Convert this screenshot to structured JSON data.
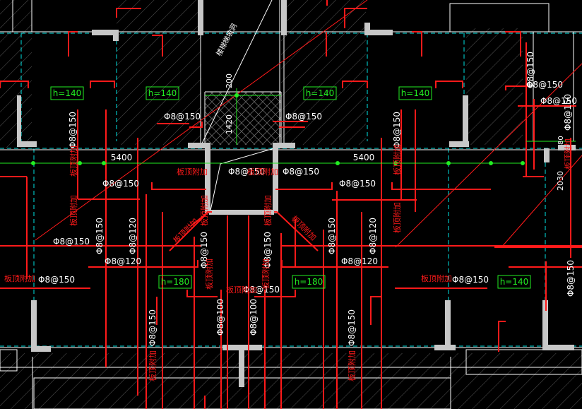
{
  "drawing": {
    "colors": {
      "background": "#000000",
      "slab_rebar": "#ff1a1a",
      "axis_dash": "#00e5e5",
      "dimension": "#22ee22",
      "wall_fill": "#c7c7c7",
      "text_white": "#ffffff"
    },
    "slab_thickness_tags": [
      "h=140",
      "h=140",
      "h=140",
      "h=140",
      "h=180",
      "h=180",
      "h=140"
    ],
    "dimensions": {
      "span_left": "5400",
      "span_right": "5400",
      "opening_offset": "200",
      "opening_height": "1420",
      "right_span": "2030",
      "right_top": "80"
    },
    "rebar_labels": {
      "r1": "Φ8@150",
      "r2": "Φ8@150",
      "r3": "Φ8@150",
      "r4": "Φ8@150",
      "r5": "Φ8@150",
      "r6": "Φ8@150",
      "r7": "Φ8@150",
      "r8": "Φ8@150",
      "r9": "Φ8@120",
      "r10": "Φ8@120",
      "r11": "Φ8@120",
      "r12": "Φ8@120",
      "r13": "Φ8@150",
      "r14": "Φ8@150",
      "r15": "Φ8@150",
      "r16": "Φ8@150",
      "r17": "Φ8@150",
      "r18": "Φ8@150",
      "r19": "Φ8@100",
      "r20": "Φ8@100",
      "r21": "Φ8@150",
      "r22": "Φ8@150",
      "r23": "Φ8@150",
      "r24": "Φ8@150",
      "r25": "Φ8@150",
      "r26": "Φ8@150",
      "r27": "Φ8@150",
      "r28": "Φ8@150",
      "r29": "Φ8@150"
    },
    "annotation_labels": {
      "a1": "板顶附加",
      "a2": "板顶附加",
      "a3": "板顶附加",
      "a4": "板顶附加",
      "a5": "板顶附加",
      "a6": "板顶附加",
      "a7": "板顶附加",
      "a8": "板顶附加",
      "a9": "板顶附加",
      "a10": "板顶附加",
      "a11": "板顶附加",
      "a12": "板顶附加",
      "a13": "板顶附加",
      "a14": "板顶附加",
      "a15": "板顶附加",
      "a16": "板顶附加",
      "a17": "板顶附加",
      "a18": "板顶附加"
    },
    "top_note": "楼梯梯坡洞"
  }
}
